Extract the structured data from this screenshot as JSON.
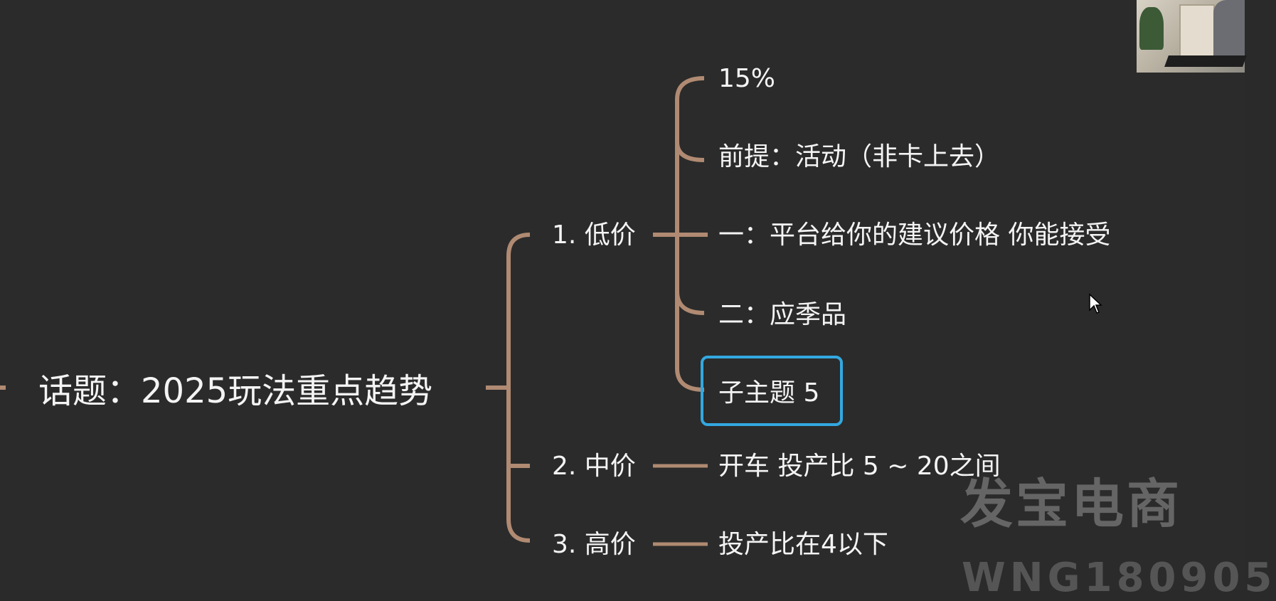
{
  "mindmap": {
    "root": "话题：2025玩法重点趋势",
    "branches": [
      {
        "label": "1. 低价",
        "children": [
          "15%",
          "前提：活动（非卡上去）",
          "一：平台给你的建议价格 你能接受",
          "二：应季品",
          "子主题 5"
        ]
      },
      {
        "label": "2. 中价",
        "children": [
          "开车 投产比  5 ~ 20之间"
        ]
      },
      {
        "label": "3. 高价",
        "children": [
          "投产比在4以下"
        ]
      }
    ],
    "selected_node": "子主题 5"
  },
  "watermark": {
    "brand": "发宝电商",
    "id": "WNG180905"
  },
  "colors": {
    "background": "#2b2b2b",
    "connector": "#b08a72",
    "selection": "#33a8e0",
    "text": "#f4f4f4"
  }
}
